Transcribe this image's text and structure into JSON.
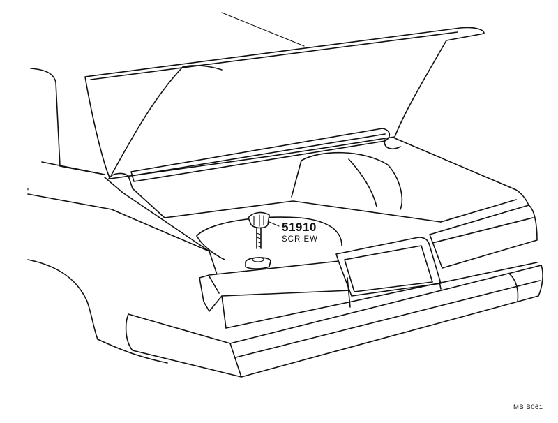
{
  "callout": {
    "part_number": "51910",
    "part_name": "SCR EW"
  },
  "drawing_code": "MB  B061"
}
